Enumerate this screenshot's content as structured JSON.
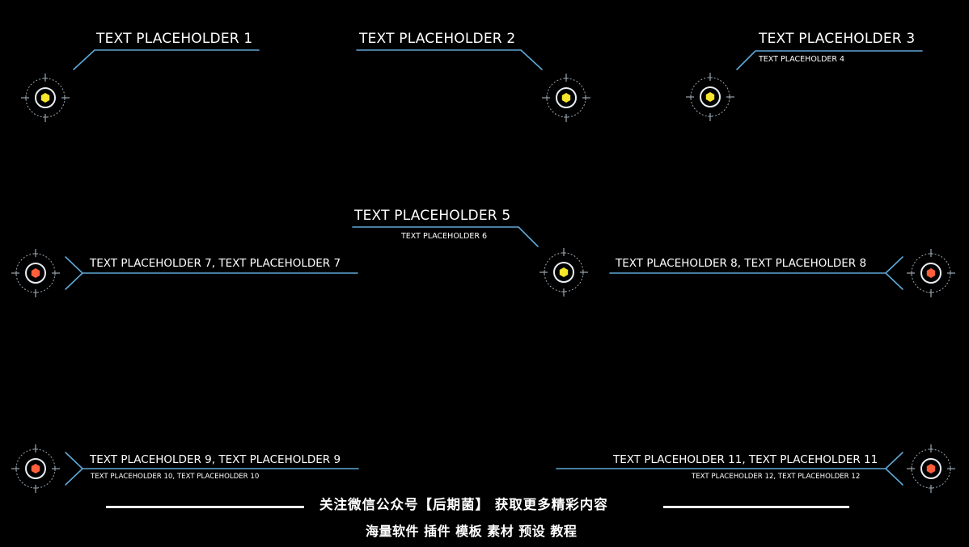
{
  "colors": {
    "background": "#000000",
    "line": "#5fa7d6",
    "ring": "#e8edf2",
    "tick": "#9aa7b1",
    "yellow_core": "#f6e52a",
    "red_core": "#ff5f3a",
    "text": "#ffffff"
  },
  "callouts": [
    {
      "title": "TEXT PLACEHOLDER 1"
    },
    {
      "title": "TEXT PLACEHOLDER 2"
    },
    {
      "title": "TEXT PLACEHOLDER 3",
      "subtitle": "TEXT PLACEHOLDER 4"
    },
    {
      "title": "TEXT PLACEHOLDER 5",
      "subtitle": "TEXT PLACEHOLDER 6"
    },
    {
      "title": "TEXT PLACEHOLDER 7, TEXT PLACEHOLDER 7"
    },
    {
      "title": "TEXT PLACEHOLDER 8, TEXT PLACEHOLDER 8"
    },
    {
      "title": "TEXT PLACEHOLDER 9, TEXT PLACEHOLDER 9",
      "subtitle": "TEXT PLACEHOLDER 10, TEXT PLACEHOLDER 10"
    },
    {
      "title": "TEXT PLACEHOLDER 11, TEXT PLACEHOLDER 11",
      "subtitle": "TEXT PLACEHOLDER 12, TEXT PLACEHOLDER 12"
    }
  ],
  "icons": {
    "target": "crosshair-target-icon",
    "core": "hexagon-core-icon"
  },
  "footer": {
    "line1": "关注微信公众号【后期菌】 获取更多精彩内容",
    "line2": "海量软件 插件 模板 素材 预设 教程"
  }
}
